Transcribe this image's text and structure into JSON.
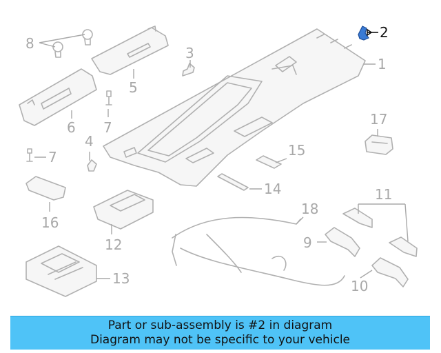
{
  "callouts": {
    "c1": "1",
    "c2": "2",
    "c3": "3",
    "c4": "4",
    "c5": "5",
    "c6": "6",
    "c7a": "7",
    "c7b": "7",
    "c8": "8",
    "c9": "9",
    "c10": "10",
    "c11": "11",
    "c12": "12",
    "c13": "13",
    "c14": "14",
    "c15": "15",
    "c16": "16",
    "c17": "17",
    "c18": "18"
  },
  "highlighted_part": "2",
  "colors": {
    "banner": "#4fc3f7",
    "highlight_part": "#3a7bd5",
    "line_art": "#b0b0b0"
  },
  "banner": {
    "line1": "Part or sub-assembly is #2 in diagram",
    "line2": "Diagram may not be specific to your vehicle"
  }
}
